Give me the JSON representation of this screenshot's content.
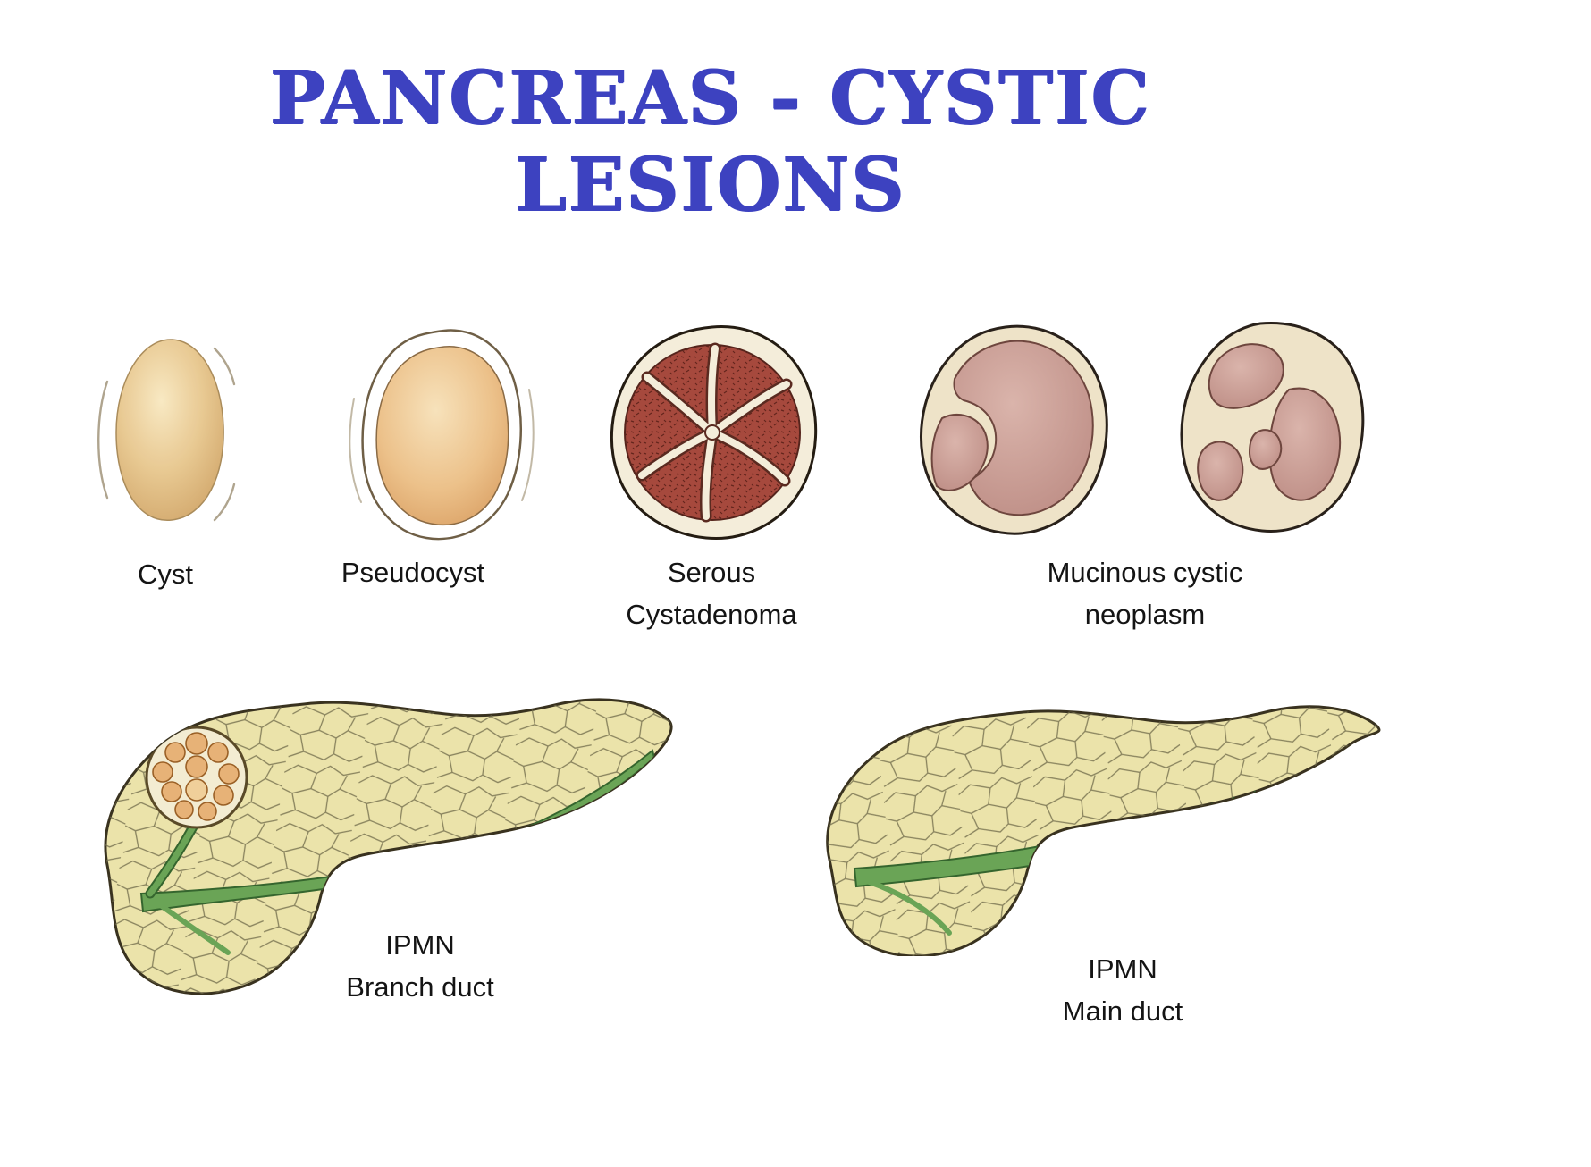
{
  "title": {
    "line1": "PANCREAS - CYSTIC",
    "line2": "LESIONS"
  },
  "top_row": [
    {
      "id": "cyst",
      "line1": "Cyst",
      "line2": ""
    },
    {
      "id": "pseudocyst",
      "line1": "Pseudocyst",
      "line2": ""
    },
    {
      "id": "serous-cystadenoma",
      "line1": "Serous",
      "line2": "Cystadenoma"
    },
    {
      "id": "mucinous-cystic-neoplasm",
      "line1": "Mucinous cystic",
      "line2": "neoplasm"
    }
  ],
  "bottom_row": [
    {
      "id": "ipmn-branch-duct",
      "line1": "IPMN",
      "line2": "Branch duct"
    },
    {
      "id": "ipmn-main-duct",
      "line1": "IPMN",
      "line2": "Main duct"
    }
  ],
  "colors": {
    "title_blue": "#3d42c0",
    "label_text": "#141414",
    "cyst_tan": "#d9ac6e",
    "serous_red": "#a6493d",
    "mucinous_pink": "#c49790",
    "wall_cream": "#eee3c8",
    "pancreas_yellow": "#ebe3aa",
    "duct_green": "#6aa456",
    "background": "#ffffff"
  }
}
